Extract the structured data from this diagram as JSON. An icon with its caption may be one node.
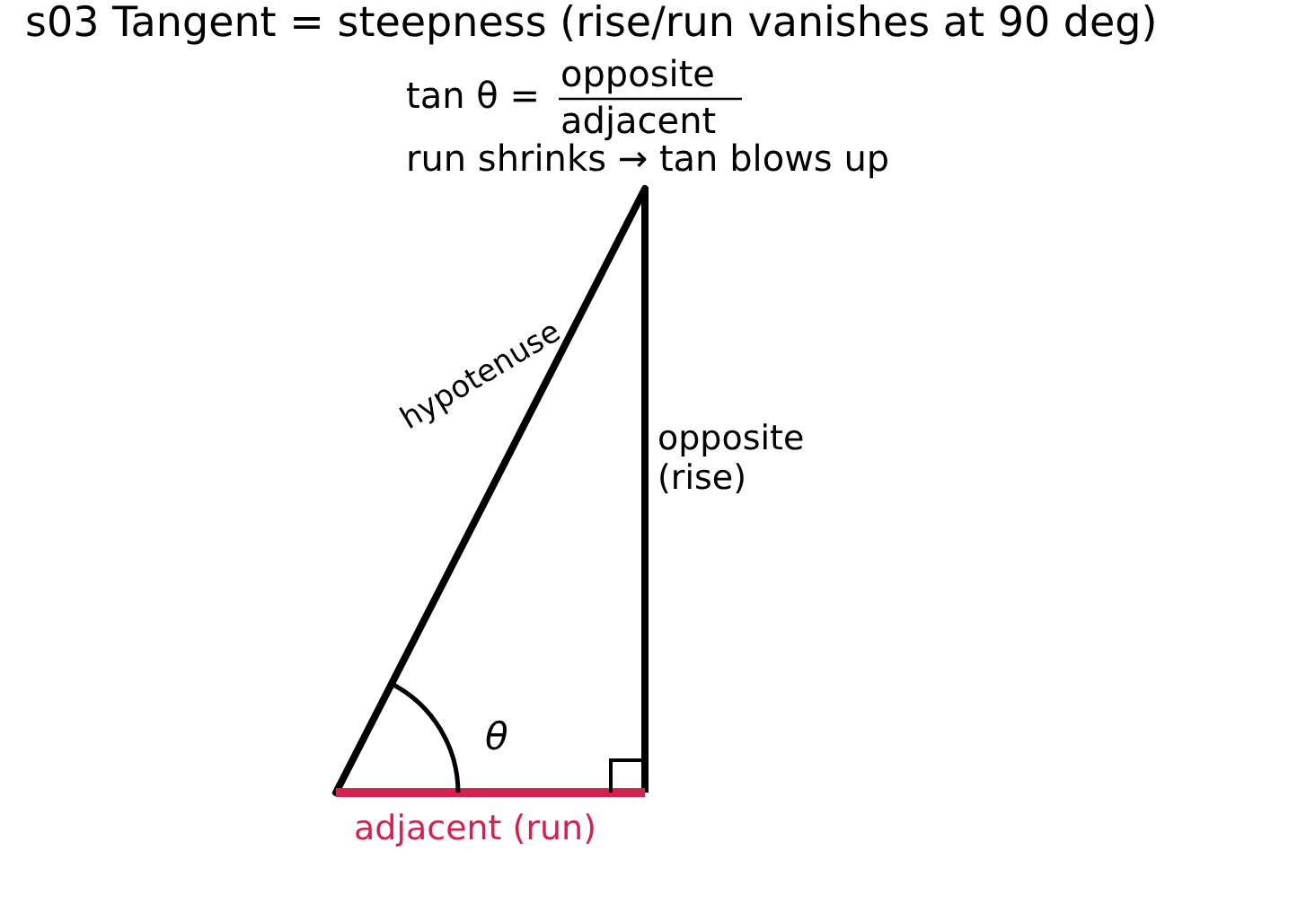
{
  "diagram": {
    "title": "s03  Tangent = steepness (rise/run vanishes at 90 deg)",
    "labels": [
      "tan θ =",
      "opposite",
      "adjacent",
      "run shrinks → tan blows up",
      "hypotenuse",
      "opposite (rise)",
      "θ",
      "adjacent (run)"
    ]
  }
}
